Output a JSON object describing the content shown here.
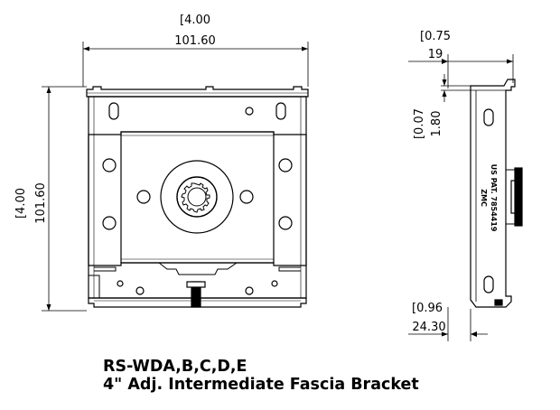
{
  "front_view": {
    "width_in": "4.00",
    "width_mm": "101.60",
    "height_in": "4.00",
    "height_mm": "101.60"
  },
  "side_view": {
    "depth_in": "0.75",
    "depth_mm": "19",
    "thickness_in": "0.07",
    "thickness_mm": "1.80",
    "offset_in": "0.96",
    "offset_mm": "24.30",
    "brand_mark": "ZMC",
    "patent_text": "US PAT. 7854419"
  },
  "caption": {
    "model": "RS-WDA,B,C,D,E",
    "description": "4\" Adj. Intermediate Fascia Bracket"
  }
}
